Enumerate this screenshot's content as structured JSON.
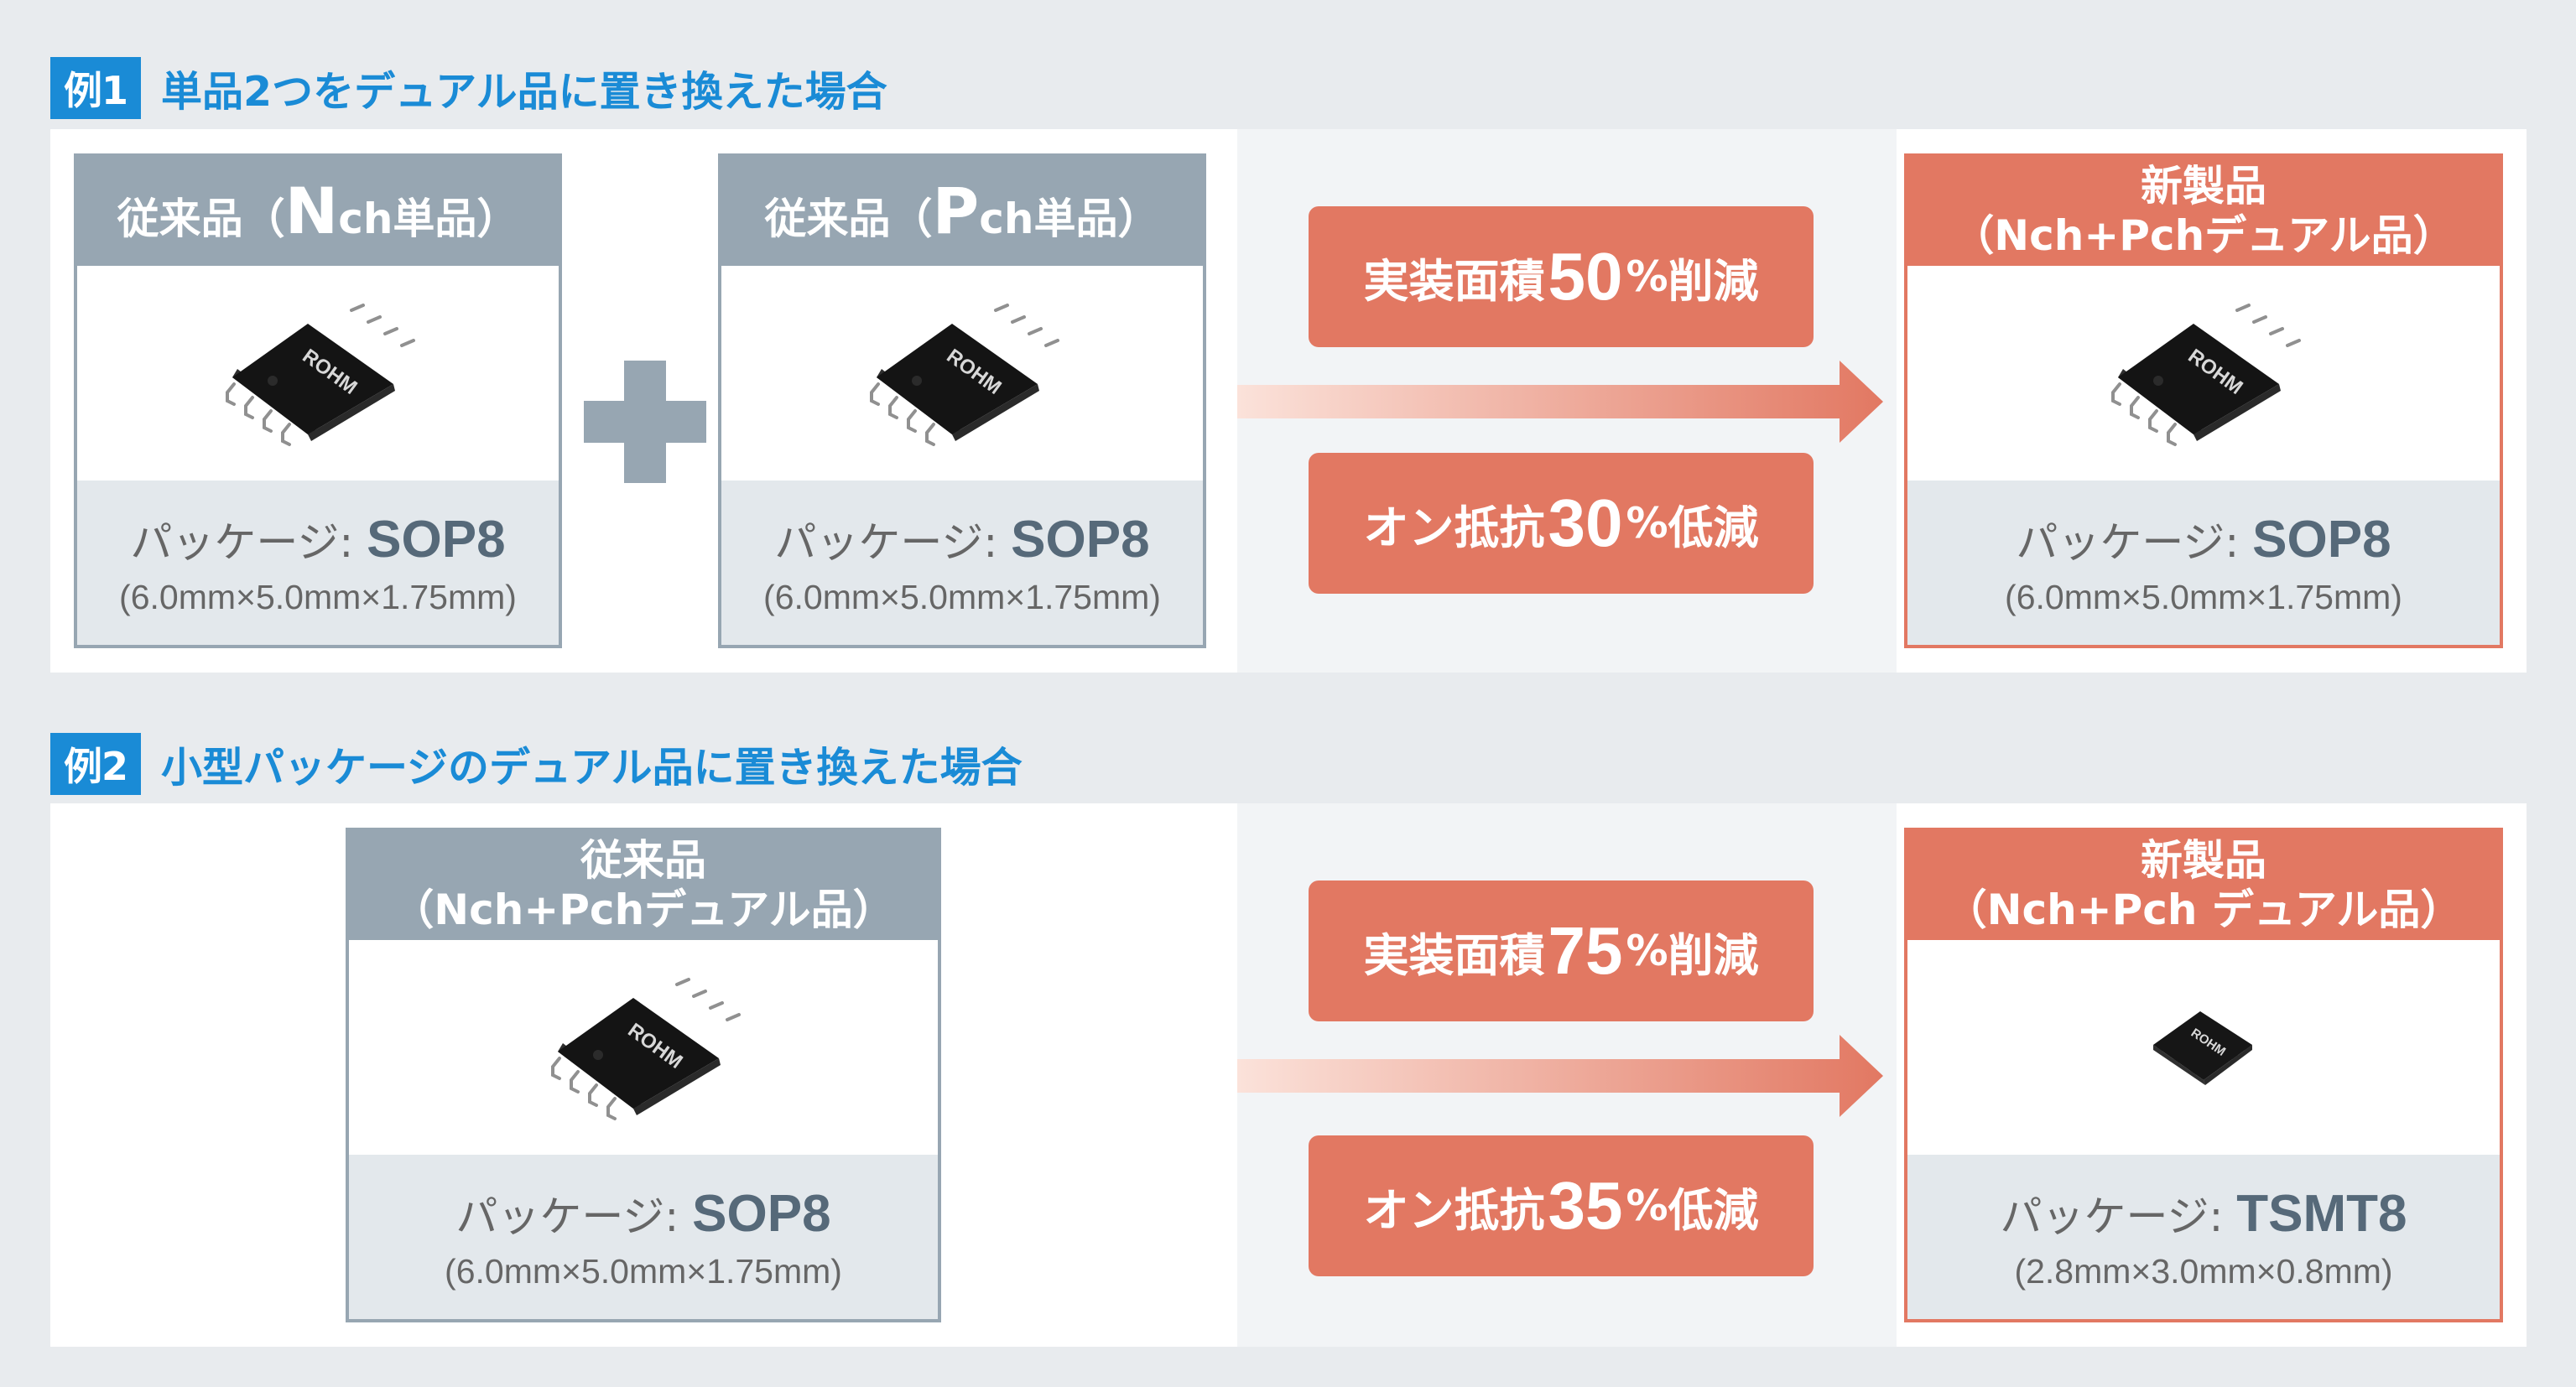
{
  "example1": {
    "tag": "例1",
    "title": "単品2つをデュアル品に置き換えた場合",
    "card_n": {
      "title_prefix": "従来品（",
      "title_big": "N",
      "title_suffix": "ch単品）",
      "package_label": "パッケージ: ",
      "package_name": "SOP8",
      "dimensions": "(6.0mm×5.0mm×1.75mm)",
      "chip_brand": "ROHM"
    },
    "card_p": {
      "title_prefix": "従来品（",
      "title_big": "P",
      "title_suffix": "ch単品）",
      "package_label": "パッケージ: ",
      "package_name": "SOP8",
      "dimensions": "(6.0mm×5.0mm×1.75mm)",
      "chip_brand": "ROHM"
    },
    "badge_area": {
      "prefix": "実装面積",
      "value": "50",
      "unit": "%",
      "suffix": "削減"
    },
    "badge_ron": {
      "prefix": "オン抵抗",
      "value": "30",
      "unit": "%",
      "suffix": "低減"
    },
    "card_new": {
      "title_line1": "新製品",
      "title_line2": "（Nch+Pchデュアル品）",
      "package_label": "パッケージ: ",
      "package_name": "SOP8",
      "dimensions": "(6.0mm×5.0mm×1.75mm)",
      "chip_brand": "ROHM"
    }
  },
  "example2": {
    "tag": "例2",
    "title": "小型パッケージのデュアル品に置き換えた場合",
    "card_old": {
      "title_line1": "従来品",
      "title_line2": "（Nch+Pchデュアル品）",
      "package_label": "パッケージ: ",
      "package_name": "SOP8",
      "dimensions": "(6.0mm×5.0mm×1.75mm)",
      "chip_brand": "ROHM"
    },
    "badge_area": {
      "prefix": "実装面積",
      "value": "75",
      "unit": "%",
      "suffix": "削減"
    },
    "badge_ron": {
      "prefix": "オン抵抗",
      "value": "35",
      "unit": "%",
      "suffix": "低減"
    },
    "card_new": {
      "title_line1": "新製品",
      "title_line2": "（Nch+Pch デュアル品）",
      "package_label": "パッケージ: ",
      "package_name": "TSMT8",
      "dimensions": "(2.8mm×3.0mm×0.8mm)",
      "chip_brand": "ROHM"
    }
  },
  "colors": {
    "accent_blue": "#1a8bd6",
    "old_gray": "#97a6b2",
    "new_coral": "#e27862",
    "background": "#e8ebee"
  }
}
